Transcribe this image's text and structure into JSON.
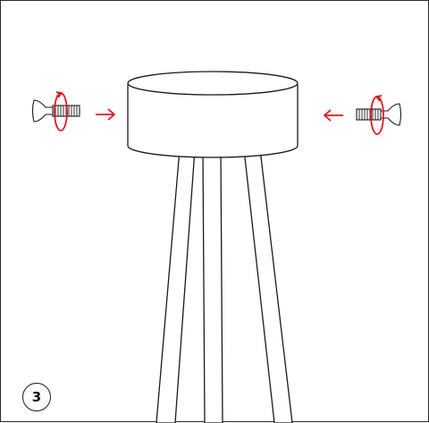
{
  "step": {
    "number": "3"
  },
  "colors": {
    "line": "#1a1a1a",
    "accent": "#e0161f",
    "background": "#ffffff"
  },
  "parts": {
    "hub": "cylindrical-hub",
    "legs": [
      "leg-left",
      "leg-center",
      "leg-right"
    ],
    "screws": [
      "screw-left",
      "screw-right"
    ]
  },
  "actions": {
    "left": "insert-arrow-right",
    "right": "insert-arrow-left"
  }
}
